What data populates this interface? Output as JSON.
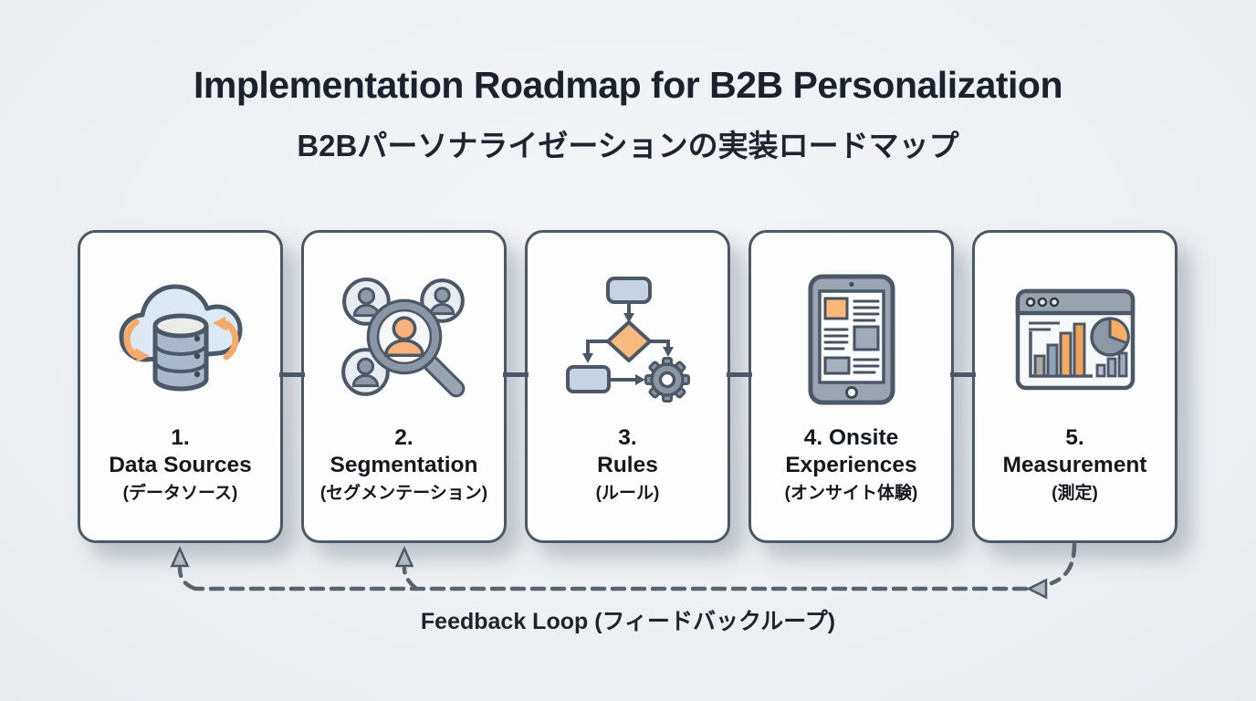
{
  "header": {
    "title": "Implementation Roadmap for B2B Personalization",
    "subtitle": "B2Bパーソナライゼーションの実装ロードマップ"
  },
  "steps": [
    {
      "line1": "1.",
      "line2": "Data Sources",
      "jp": "(データソース)",
      "icon": "cloud-database-icon"
    },
    {
      "line1": "2.",
      "line2": "Segmentation",
      "jp": "(セグメンテーション)",
      "icon": "audience-magnifier-icon"
    },
    {
      "line1": "3.",
      "line2": "Rules",
      "jp": "(ルール)",
      "icon": "flowchart-gear-icon"
    },
    {
      "line1": "4. Onsite",
      "line2": "Experiences",
      "jp": "(オンサイト体験)",
      "icon": "tablet-content-icon"
    },
    {
      "line1": "5.",
      "line2": "Measurement",
      "jp": "(測定)",
      "icon": "analytics-dashboard-icon"
    }
  ],
  "feedback": {
    "label": "Feedback Loop (フィードバックループ)"
  },
  "colors": {
    "accent_orange": "#f6b076",
    "card_border": "#4d5866",
    "icon_blue_gray": "#a9b8cb",
    "icon_light_blue": "#dce8f4",
    "icon_gray": "#8d98a6",
    "dashed_line": "#59636e",
    "background": "#eff1f4",
    "text": "#1a212b"
  }
}
